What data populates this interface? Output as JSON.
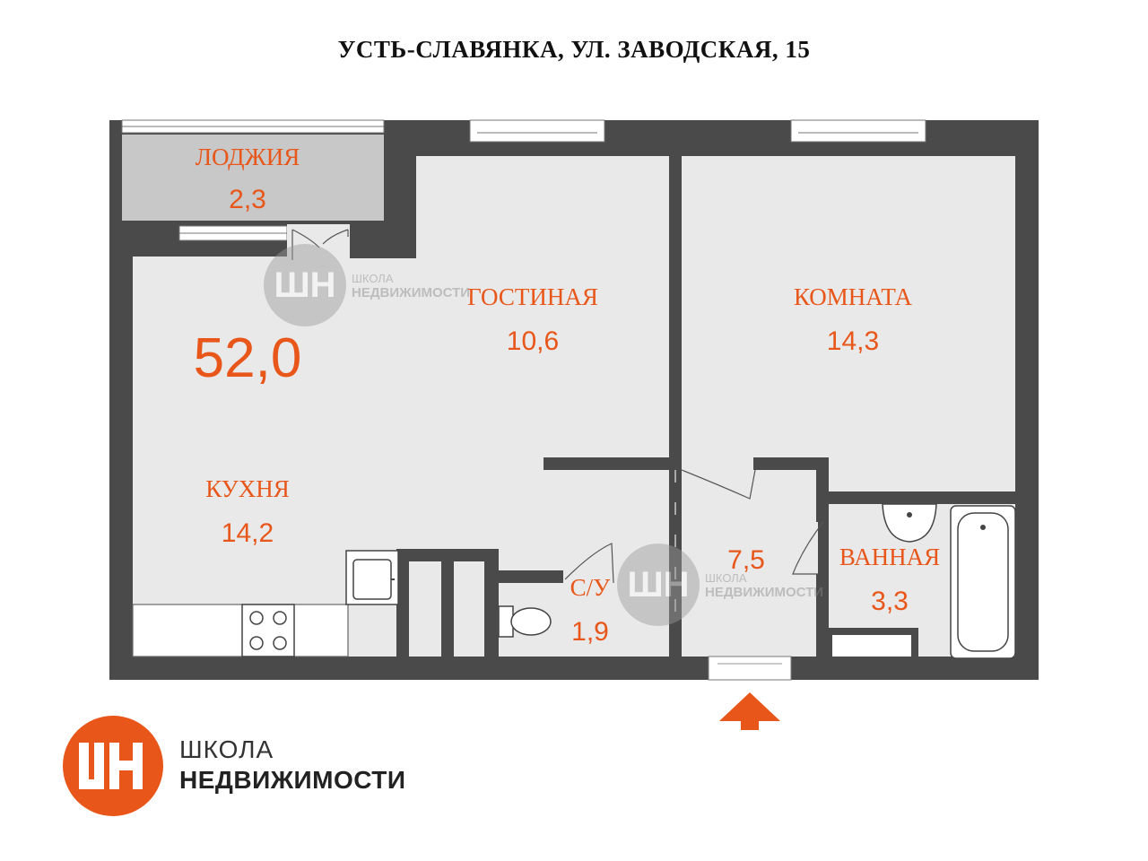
{
  "title": "УСТЬ-СЛАВЯНКА, УЛ. ЗАВОДСКАЯ, 15",
  "total_area": "52,0",
  "rooms": {
    "loggia": {
      "name": "ЛОДЖИЯ",
      "area": "2,3"
    },
    "living": {
      "name": "ГОСТИНАЯ",
      "area": "10,6"
    },
    "room": {
      "name": "КОМНАТА",
      "area": "14,3"
    },
    "kitchen": {
      "name": "КУХНЯ",
      "area": "14,2"
    },
    "wc": {
      "name": "С/У",
      "area": "1,9"
    },
    "hall": {
      "area": "7,5"
    },
    "bath": {
      "name": "ВАННАЯ",
      "area": "3,3"
    }
  },
  "watermark": {
    "line1": "ШКОЛА",
    "line2": "НЕДВИЖИМОСТИ",
    "mark": "ШН"
  },
  "logo": {
    "mark": "ШН",
    "line1": "ШКОЛА",
    "line2": "НЕДВИЖИМОСТИ"
  },
  "colors": {
    "wall": "#4a4a4a",
    "floor": "#e9e9e9",
    "loggia_floor": "#c8c8c8",
    "accent": "#e8561a"
  }
}
